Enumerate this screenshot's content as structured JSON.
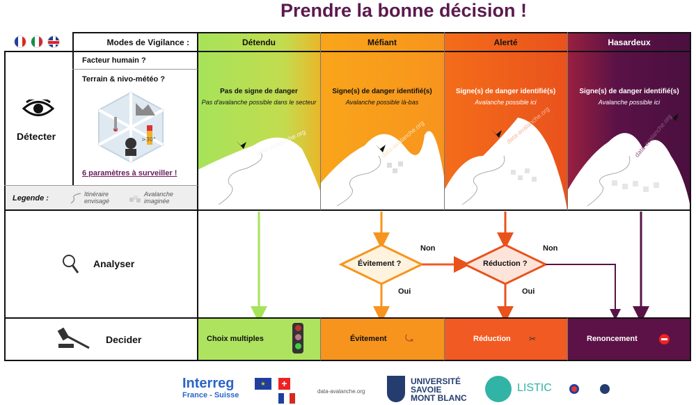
{
  "title": "Prendre la bonne décision !",
  "flags": [
    "flag-fr",
    "flag-it",
    "flag-uk"
  ],
  "header": {
    "modes_label": "Modes de Vigilance :",
    "columns": [
      "Détendu",
      "Méfiant",
      "Alerté",
      "Hasardeux"
    ]
  },
  "detect": {
    "label": "Détecter",
    "human_factor": "Facteur humain ?",
    "terrain": "Terrain & nivo-météo ?",
    "params_link": "6 paramètres à surveiller !",
    "slope_label": ">30°"
  },
  "legend": {
    "label": "Legende :",
    "route": "Itinéraire envisagé",
    "avalanche": "Avalanche imaginée"
  },
  "signs": [
    {
      "title": "Pas de signe de danger",
      "sub": "Pas d'avalanche possible dans le secteur"
    },
    {
      "title": "Signe(s) de danger identifié(s)",
      "sub": "Avalanche possible là-bas"
    },
    {
      "title": "Signe(s) de danger identifié(s)",
      "sub": "Avalanche possible ici"
    },
    {
      "title": "Signe(s) de danger identifié(s)",
      "sub": "Avalanche possible ici"
    }
  ],
  "watermark": "data-avalanche.org",
  "analyse": {
    "label": "Analyser",
    "decision1": "Évitement ?",
    "decision2": "Réduction ?",
    "no": "Non",
    "yes": "Oui"
  },
  "decide": {
    "label": "Decider",
    "outcomes": [
      "Choix multiples",
      "Évitement",
      "Réduction",
      "Renoncement"
    ]
  },
  "footer": {
    "interreg": "Interreg",
    "interreg_sub": "France - Suisse",
    "data_aval": "data-avalanche.org",
    "usmb": [
      "UNIVERSITÉ",
      "SAVOIE",
      "MONT BLANC"
    ],
    "listic": "LISTIC"
  },
  "colors": {
    "title": "#5b1a4e",
    "green": "#a6e35a",
    "orange": "#f7941d",
    "red_orange": "#e9521c",
    "purple": "#4a0f3f"
  }
}
